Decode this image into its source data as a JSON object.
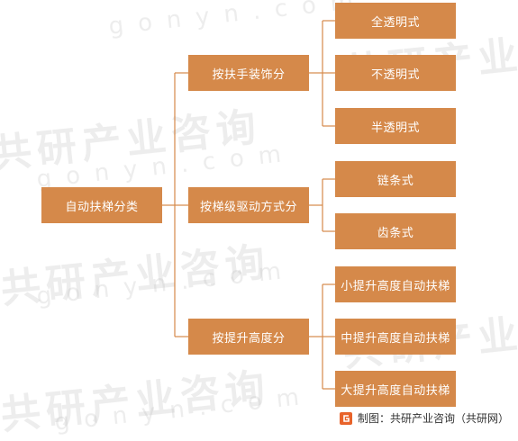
{
  "root": {
    "label": "自动扶梯分类"
  },
  "groups": [
    {
      "label": "按扶手装饰分",
      "children": [
        "全透明式",
        "不透明式",
        "半透明式"
      ]
    },
    {
      "label": "按梯级驱动方式分",
      "children": [
        "链条式",
        "齿条式"
      ]
    },
    {
      "label": "按提升高度分",
      "children": [
        "小提升高度自动扶梯",
        "中提升高度自动扶梯",
        "大提升高度自动扶梯"
      ]
    }
  ],
  "watermark": {
    "cn": "共研产业咨询",
    "en": "gonyn.com"
  },
  "footer": {
    "text": "制图：共研产业咨询（共研网）"
  },
  "colors": {
    "node": "#d5894a",
    "line": "#d5894a"
  }
}
